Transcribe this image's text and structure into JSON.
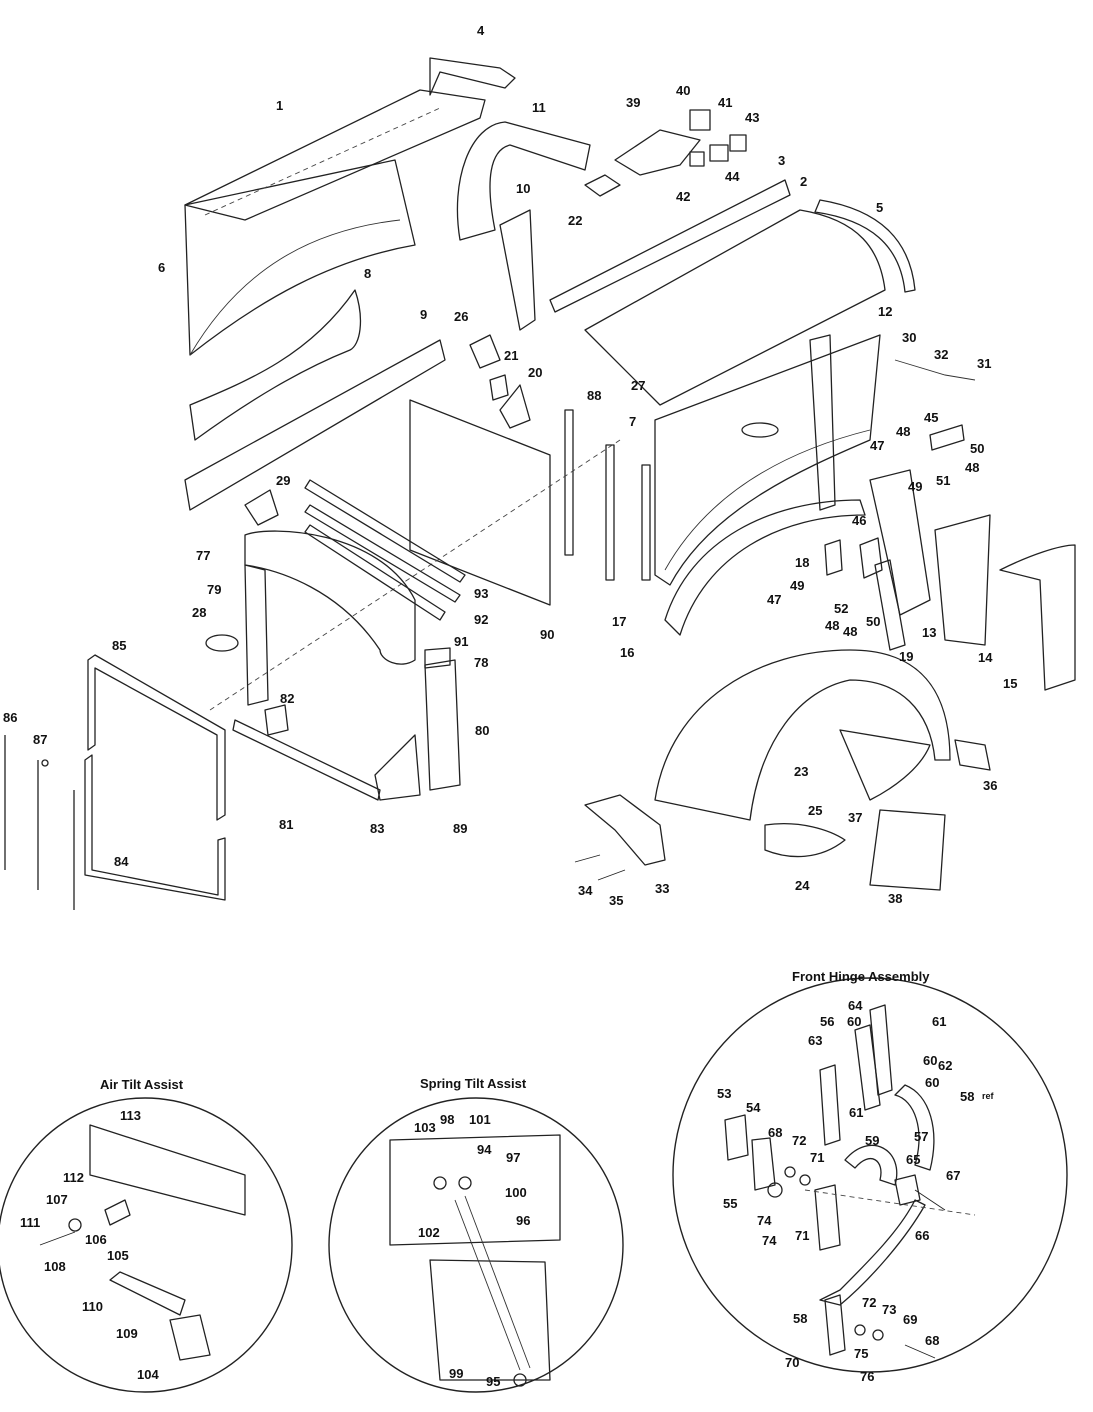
{
  "insets": {
    "air": {
      "title": "Air Tilt Assist"
    },
    "spring": {
      "title": "Spring Tilt Assist"
    },
    "hinge": {
      "title": "Front Hinge Assembly"
    }
  },
  "ref_suffix": "ref",
  "callouts": [
    "1",
    "2",
    "3",
    "4",
    "5",
    "6",
    "7",
    "8",
    "9",
    "10",
    "11",
    "12",
    "13",
    "14",
    "15",
    "16",
    "17",
    "18",
    "19",
    "20",
    "21",
    "22",
    "23",
    "24",
    "25",
    "26",
    "27",
    "28",
    "29",
    "30",
    "31",
    "32",
    "33",
    "34",
    "35",
    "36",
    "37",
    "38",
    "39",
    "40",
    "41",
    "42",
    "43",
    "44",
    "45",
    "46",
    "47",
    "47",
    "48",
    "48",
    "48",
    "48",
    "49",
    "49",
    "50",
    "50",
    "51",
    "52",
    "53",
    "54",
    "55",
    "56",
    "57",
    "58",
    "58",
    "59",
    "60",
    "60",
    "60",
    "61",
    "61",
    "62",
    "63",
    "64",
    "65",
    "66",
    "67",
    "68",
    "68",
    "69",
    "70",
    "71",
    "71",
    "72",
    "72",
    "73",
    "74",
    "74",
    "75",
    "76",
    "77",
    "78",
    "79",
    "80",
    "81",
    "82",
    "83",
    "84",
    "85",
    "86",
    "87",
    "88",
    "89",
    "90",
    "91",
    "92",
    "93",
    "94",
    "95",
    "96",
    "97",
    "98",
    "99",
    "100",
    "101",
    "102",
    "103",
    "104",
    "105",
    "106",
    "107",
    "108",
    "109",
    "110",
    "111",
    "112",
    "113"
  ]
}
